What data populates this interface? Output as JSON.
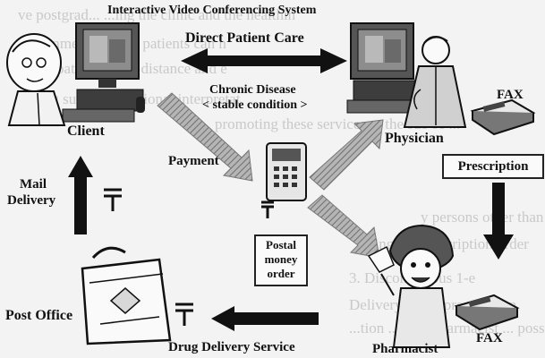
{
  "title": "Interactive Video Conferencing System",
  "labels": {
    "direct_care": "Direct Patient Care",
    "chronic": "Chronic Disease",
    "stable": "< stable condition >",
    "client": "Client",
    "physician": "Physician",
    "fax_top": "FAX",
    "prescription": "Prescription",
    "payment": "Payment",
    "mail_delivery_1": "Mail",
    "mail_delivery_2": "Delivery",
    "postal_1": "Postal",
    "postal_2": "money",
    "postal_3": "order",
    "post_office": "Post Office",
    "pharmacist": "Pharmacist",
    "fax_bottom": "FAX",
    "drug_delivery": "Drug Delivery Service"
  },
  "background_text": [
    "ve postgrad... ...ing the clinic and the healthin",
    "ecommended... ...t patients can h",
    "t for patients... ...e distance and e",
    "bring such a ... ...ssional interpretat",
    "promoting these services ... the sub se ...",
    "y persons other than the ... fo",
    "ying the prescription order",
    "3. Discontinuous 1-e",
    "Delivery ... the prescription",
    "...tion ... be a pharmacist ... possible"
  ],
  "colors": {
    "arrow": "#111111",
    "hatched": "#8a8a8a",
    "background": "#f3f3f3"
  }
}
